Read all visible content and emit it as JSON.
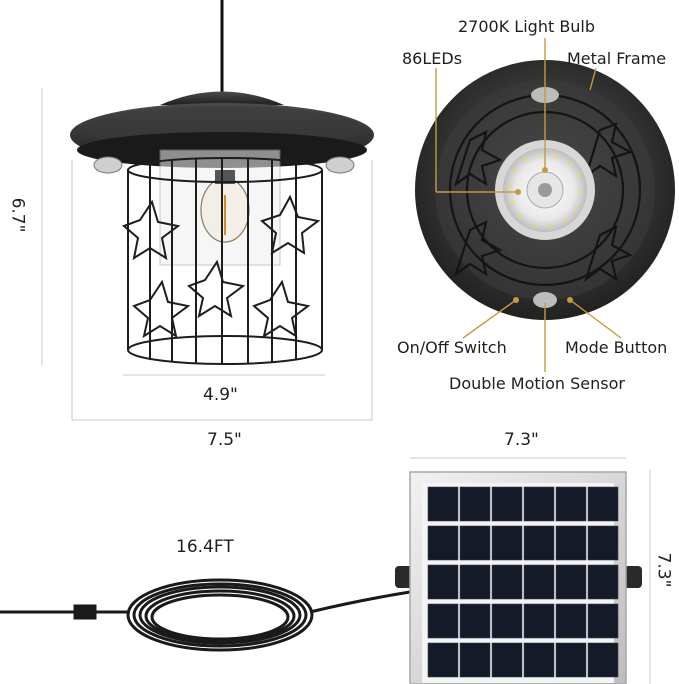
{
  "lamp": {
    "height_label": "6.7\"",
    "cage_width_label": "4.9\"",
    "shade_width_label": "7.5\""
  },
  "bottom_view": {
    "bulb_label": "2700K Light Bulb",
    "leds_label": "86LEDs",
    "frame_label": "Metal Frame",
    "switch_label": "On/Off Switch",
    "mode_label": "Mode Button",
    "sensor_label": "Double Motion Sensor"
  },
  "panel": {
    "width_label": "7.3\"",
    "height_label": "7.3\""
  },
  "cable": {
    "length_label": "16.4FT"
  },
  "colors": {
    "callout": "#c89a3c",
    "lamp_body": "#2e2e2e",
    "panel_cell": "#151a28",
    "frame": "#d8d8d8"
  }
}
